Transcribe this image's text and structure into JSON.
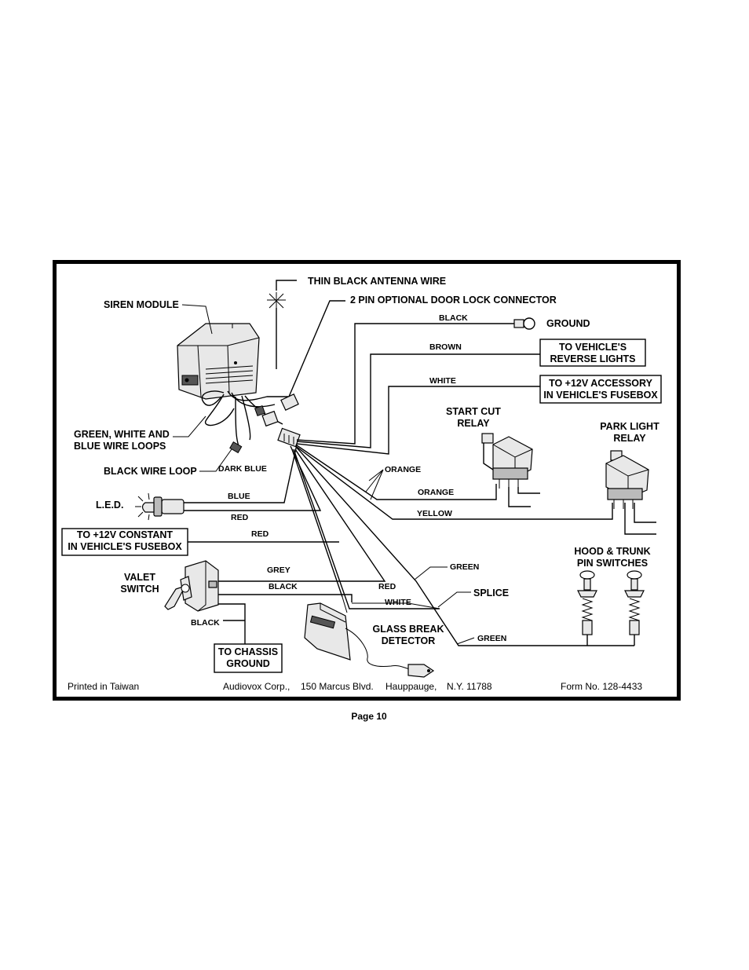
{
  "labels": {
    "antenna": "THIN BLACK ANTENNA WIRE",
    "door_lock": "2 PIN OPTIONAL DOOR LOCK CONNECTOR",
    "siren": "SIREN MODULE",
    "ground": "GROUND",
    "loops_1": "GREEN, WHITE AND",
    "loops_2": "BLUE WIRE LOOPS",
    "black_loop": "BLACK WIRE LOOP",
    "led": "L.E.D.",
    "reverse_1": "TO VEHICLE'S",
    "reverse_2": "REVERSE LIGHTS",
    "accessory_1": "TO +12V ACCESSORY",
    "accessory_2": "IN VEHICLE'S FUSEBOX",
    "constant_1": "TO +12V CONSTANT",
    "constant_2": "IN VEHICLE'S FUSEBOX",
    "start_cut_1": "START CUT",
    "start_cut_2": "RELAY",
    "park_1": "PARK LIGHT",
    "park_2": "RELAY",
    "hood_1": "HOOD & TRUNK",
    "hood_2": "PIN SWITCHES",
    "valet_1": "VALET",
    "valet_2": "SWITCH",
    "splice": "SPLICE",
    "glass_1": "GLASS BREAK",
    "glass_2": "DETECTOR",
    "chassis_1": "TO CHASSIS",
    "chassis_2": "GROUND"
  },
  "wires": {
    "black_ground": "BLACK",
    "brown": "BROWN",
    "white_acc": "WHITE",
    "dark_blue": "DARK BLUE",
    "blue": "BLUE",
    "red_led": "RED",
    "red_const": "RED",
    "orange_1": "ORANGE",
    "orange_2": "ORANGE",
    "yellow": "YELLOW",
    "green_1": "GREEN",
    "green_2": "GREEN",
    "grey": "GREY",
    "black_valet": "BLACK",
    "black_chassis": "BLACK",
    "red_glass": "RED",
    "white_glass": "WHITE"
  },
  "footer": {
    "printed": "Printed in Taiwan",
    "company": "Audiovox Corp.,",
    "address": "150 Marcus Blvd.",
    "city": "Hauppauge,",
    "state_zip": "N.Y.  11788",
    "form": "Form No. 128-4433"
  },
  "page": "Page 10"
}
